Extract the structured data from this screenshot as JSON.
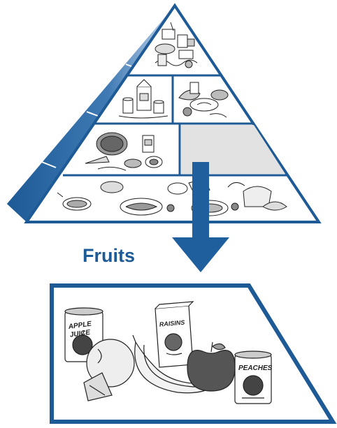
{
  "diagram": {
    "highlight_label": "Fruits",
    "colors": {
      "pyramid_blue": "#1d5a96",
      "pyramid_edge_light": "#a9c3dd",
      "highlight_fill": "#e2e2e2",
      "arrow_blue": "#1f5f9e",
      "label_blue": "#1d5a96"
    },
    "pyramid": {
      "tiers": [
        {
          "name": "fats-oils-sweets",
          "icon": "sweets-pile-icon"
        },
        {
          "name": "milk-and-meat",
          "icons": [
            "milk-carton-icon",
            "meat-fish-icon"
          ]
        },
        {
          "name": "vegetables-and-fruits",
          "icons": [
            "vegetables-icon",
            "fruits-empty-slot"
          ]
        },
        {
          "name": "grains",
          "icon": "bread-cereal-icon"
        }
      ]
    },
    "fruits_box": {
      "items": [
        {
          "icon": "apple-juice-can-icon",
          "text": [
            "APPLE",
            "JUICE"
          ]
        },
        {
          "icon": "raisins-box-icon",
          "text": [
            "RAISINS"
          ]
        },
        {
          "icon": "peaches-can-icon",
          "text": [
            "PEACHES"
          ]
        },
        {
          "icon": "orange-icon"
        },
        {
          "icon": "banana-icon"
        },
        {
          "icon": "apple-icon"
        }
      ]
    }
  }
}
